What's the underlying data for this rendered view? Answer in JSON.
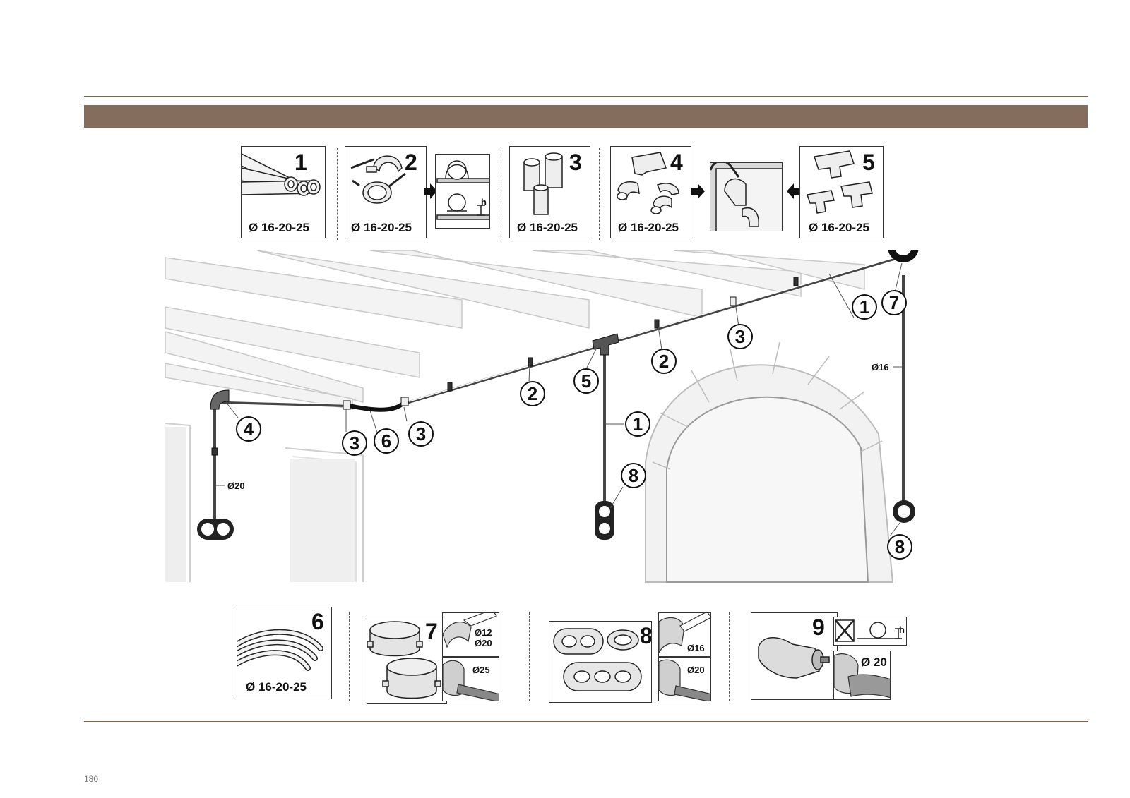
{
  "page_number": "180",
  "top_panels": [
    {
      "number": "1",
      "label": "Ø 16-20-25"
    },
    {
      "number": "2",
      "label": "Ø 16-20-25",
      "detail_label": "h"
    },
    {
      "number": "3",
      "label": "Ø 16-20-25"
    },
    {
      "number": "4",
      "label": "Ø 16-20-25"
    },
    {
      "number": "5",
      "label": "Ø 16-20-25"
    }
  ],
  "bottom_panels": [
    {
      "number": "6",
      "label": "Ø 16-20-25"
    },
    {
      "number": "7",
      "sub_labels": [
        "Ø12",
        "Ø20",
        "Ø25"
      ]
    },
    {
      "number": "8",
      "sub_labels": [
        "Ø16",
        "Ø20"
      ]
    },
    {
      "number": "9",
      "sub_labels": [
        "h",
        "Ø 20"
      ]
    }
  ],
  "scene": {
    "callouts": [
      "1",
      "7",
      "3",
      "2",
      "5",
      "2",
      "4",
      "3",
      "6",
      "3",
      "1",
      "8",
      "8"
    ],
    "dimensions": [
      "Ø16",
      "Ø20"
    ]
  },
  "colors": {
    "band": "#846d5d",
    "rule": "#7a6656",
    "arrow": "#111111"
  },
  "icons": [
    "arrow-right-icon",
    "arrow-left-icon",
    "crossed-out-icon"
  ]
}
